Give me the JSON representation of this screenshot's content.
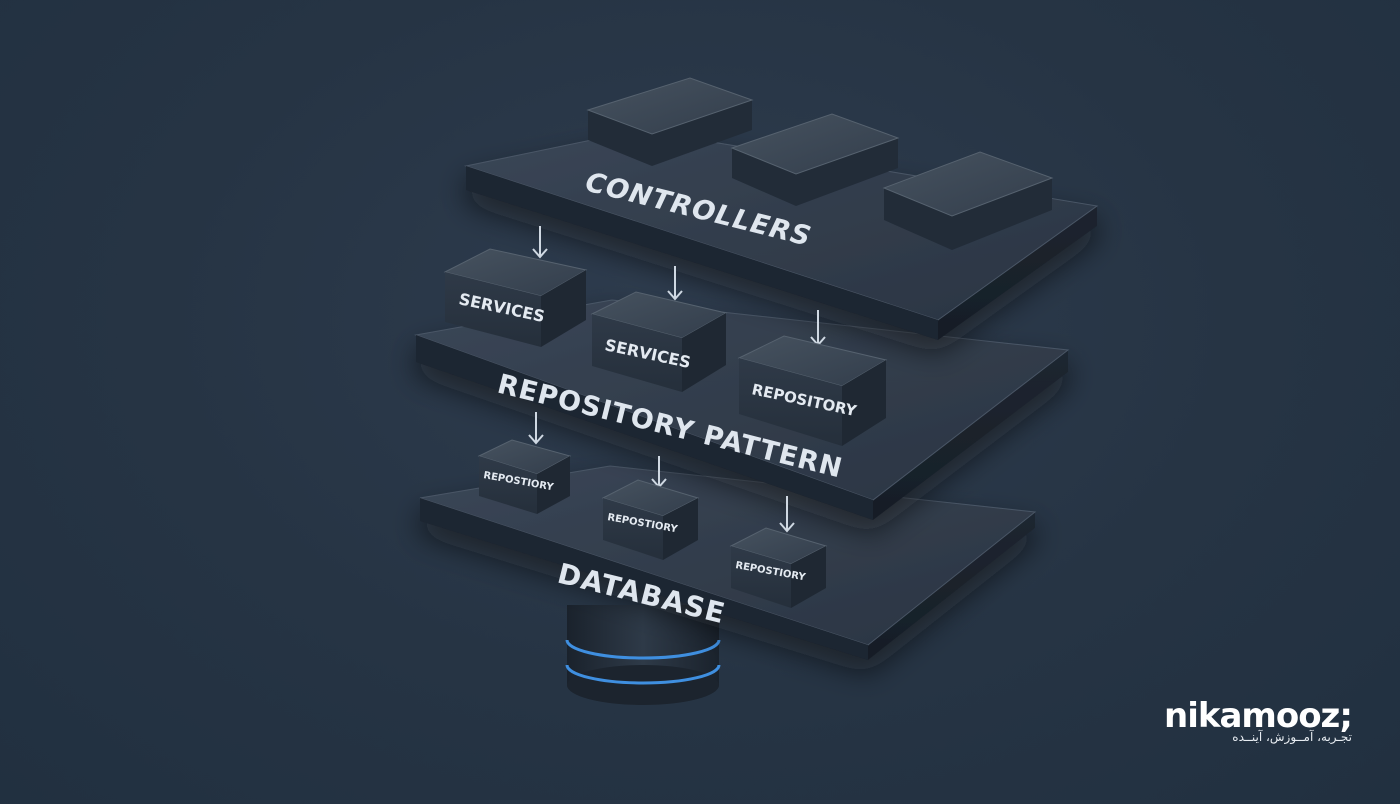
{
  "layers": {
    "controllers": "CONTROLLERS",
    "repository_pattern": "REPOSITORY PATTERN",
    "database": "DATABASE"
  },
  "blocks": {
    "services_1": "SERVICES",
    "services_2": "SERVICES",
    "repository": "REPOSITORY",
    "repostiory_1": "REPOSTIORY",
    "repostiory_2": "REPOSTIORY",
    "repostiory_3": "REPOSTIORY"
  },
  "brand": {
    "name": "nikamooz;",
    "tagline": "تجـربه، آمــوزش، آینــده"
  },
  "colors": {
    "background": "#263444",
    "slab": "#2b3644",
    "block": "#2c3746",
    "label": "#dfe6ee",
    "database_ring": "#3f8fe0"
  }
}
